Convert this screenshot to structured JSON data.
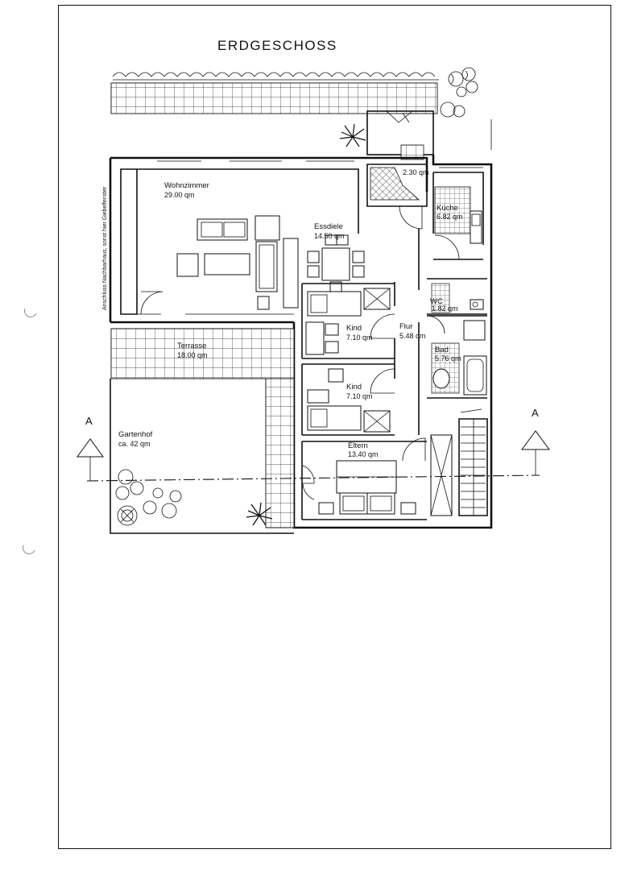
{
  "sheet_title": "ERDGESCHOSS",
  "side_note": "Anschluss Nachbarhaus, sonst hier Giebelfenster",
  "section_marker": {
    "left": "A",
    "right": "A"
  },
  "rooms": [
    {
      "id": "wohnzimmer",
      "name": "Wohnzimmer",
      "area": "29.00 qm"
    },
    {
      "id": "essdiele",
      "name": "Essdiele",
      "area": "14.50 qm"
    },
    {
      "id": "windfang",
      "name": "",
      "area": "2.30 qm"
    },
    {
      "id": "kueche",
      "name": "Küche",
      "area": "6.82 qm"
    },
    {
      "id": "wc",
      "name": "WC",
      "area": "1.82 qm"
    },
    {
      "id": "bad",
      "name": "Bad",
      "area": "5.76 qm"
    },
    {
      "id": "flur",
      "name": "Flur",
      "area": "5.48 qm"
    },
    {
      "id": "kind1",
      "name": "Kind",
      "area": "7.10 qm"
    },
    {
      "id": "kind2",
      "name": "Kind",
      "area": "7.10 qm"
    },
    {
      "id": "eltern",
      "name": "Eltern",
      "area": "13.40 qm"
    },
    {
      "id": "terrasse",
      "name": "Terrasse",
      "area": "18.00 qm"
    },
    {
      "id": "gartenhof",
      "name": "Gartenhof",
      "area": "ca. 42 qm"
    }
  ],
  "colors": {
    "ink": "#111111",
    "paper": "#ffffff"
  }
}
